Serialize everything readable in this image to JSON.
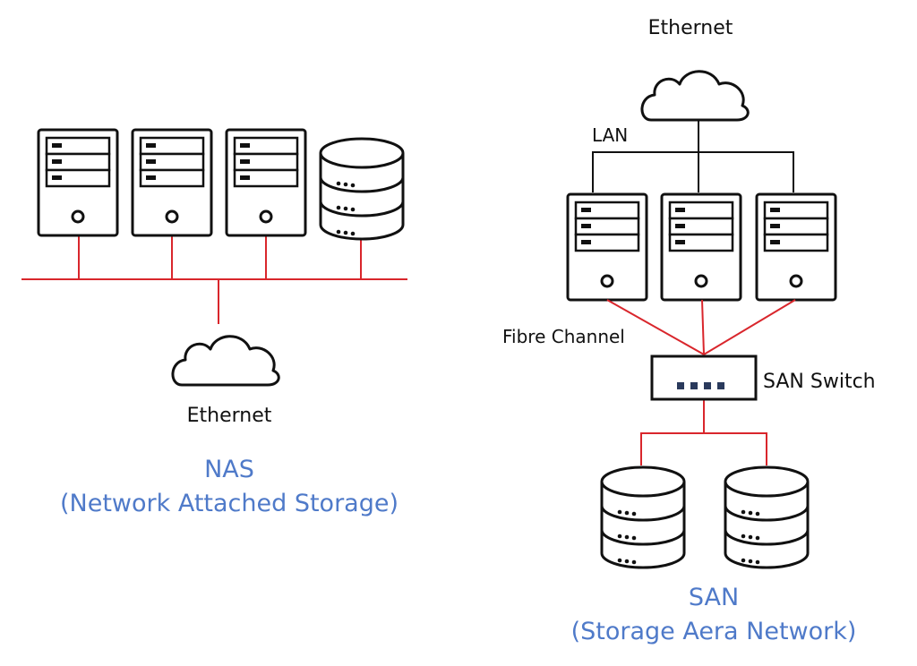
{
  "nas": {
    "network_label": "Ethernet",
    "title": "NAS",
    "subtitle": "(Network Attached Storage)"
  },
  "san": {
    "network_label": "Ethernet",
    "lan_label": "LAN",
    "fibre_label": "Fibre Channel",
    "switch_label": "SAN Switch",
    "title": "SAN",
    "subtitle": "(Storage Aera Network)"
  },
  "colors": {
    "link_red": "#d9262c",
    "caption_blue": "#4f7ac9",
    "outline": "#111111"
  },
  "icons": [
    "server-icon",
    "database-icon",
    "cloud-icon",
    "switch-icon"
  ]
}
